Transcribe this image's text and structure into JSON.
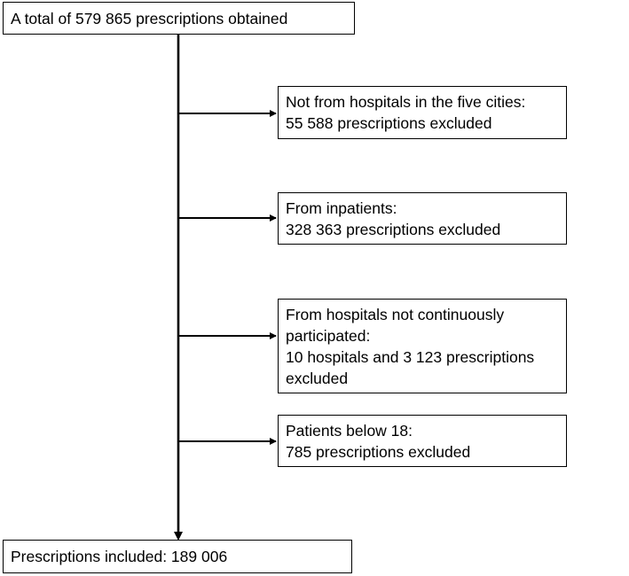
{
  "flow": {
    "start": {
      "text": "A total of 579 865 prescriptions obtained"
    },
    "exclusions": [
      {
        "line1": "Not from hospitals in the five cities:",
        "line2": "55 588 prescriptions excluded"
      },
      {
        "line1": "From inpatients:",
        "line2": "328 363 prescriptions excluded"
      },
      {
        "line1": "From hospitals not continuously",
        "line2": "participated:",
        "line3": "10 hospitals and 3 123 prescriptions",
        "line4": "excluded"
      },
      {
        "line1": "Patients below 18:",
        "line2": "785 prescriptions excluded"
      }
    ],
    "end": {
      "text": "Prescriptions included: 189 006"
    }
  },
  "colors": {
    "line": "#000000",
    "box_border": "#000000",
    "background": "#ffffff"
  }
}
